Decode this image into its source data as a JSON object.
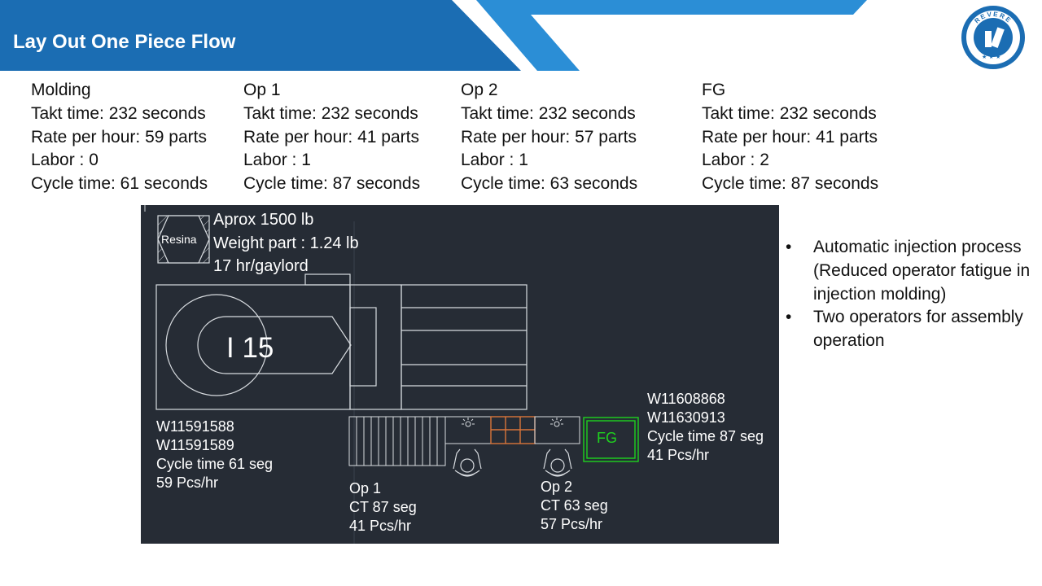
{
  "slide": {
    "title": "Lay Out One Piece Flow",
    "logo_text": "REVERE",
    "colors": {
      "banner_dark": "#1b6db3",
      "banner_light": "#2b8ed6",
      "diagram_bg": "#262c35",
      "fg_green": "#1fd11f",
      "cell_orange": "#d9753b"
    }
  },
  "stations": [
    {
      "name": "Molding",
      "takt": "Takt time: 232 seconds",
      "rate": "Rate per hour: 59 parts",
      "labor": "Labor : 0",
      "cycle": "Cycle time: 61 seconds"
    },
    {
      "name": "Op 1",
      "takt": "Takt time: 232 seconds",
      "rate": "Rate per hour: 41 parts",
      "labor": "Labor : 1",
      "cycle": "Cycle time: 87 seconds"
    },
    {
      "name": "Op 2",
      "takt": "Takt time: 232 seconds",
      "rate": "Rate per hour: 57 parts",
      "labor": "Labor : 1",
      "cycle": "Cycle time: 63 seconds"
    },
    {
      "name": "FG",
      "takt": "Takt time: 232 seconds",
      "rate": "Rate per hour: 41 parts",
      "labor": "Labor : 2",
      "cycle": "Cycle time: 87 seconds"
    }
  ],
  "diagram": {
    "resin_label": "Resina",
    "resin_info": [
      "Aprox 1500 lb",
      "Weight part : 1.24 lb",
      "17 hr/gaylord"
    ],
    "machine_label": "I 15",
    "molding_info": [
      "W11591588",
      "W11591589",
      "Cycle time 61 seg",
      "59 Pcs/hr"
    ],
    "op1_info": [
      "Op 1",
      "CT 87 seg",
      "41 Pcs/hr"
    ],
    "op2_info": [
      "Op 2",
      "CT 63 seg",
      "57 Pcs/hr"
    ],
    "fg_label": "FG",
    "fg_info": [
      "W11608868",
      "W11630913",
      "Cycle time 87 seg",
      "41 Pcs/hr"
    ]
  },
  "notes": [
    "Automatic injection process (Reduced operator fatigue in injection molding)",
    "Two operators for assembly operation"
  ]
}
